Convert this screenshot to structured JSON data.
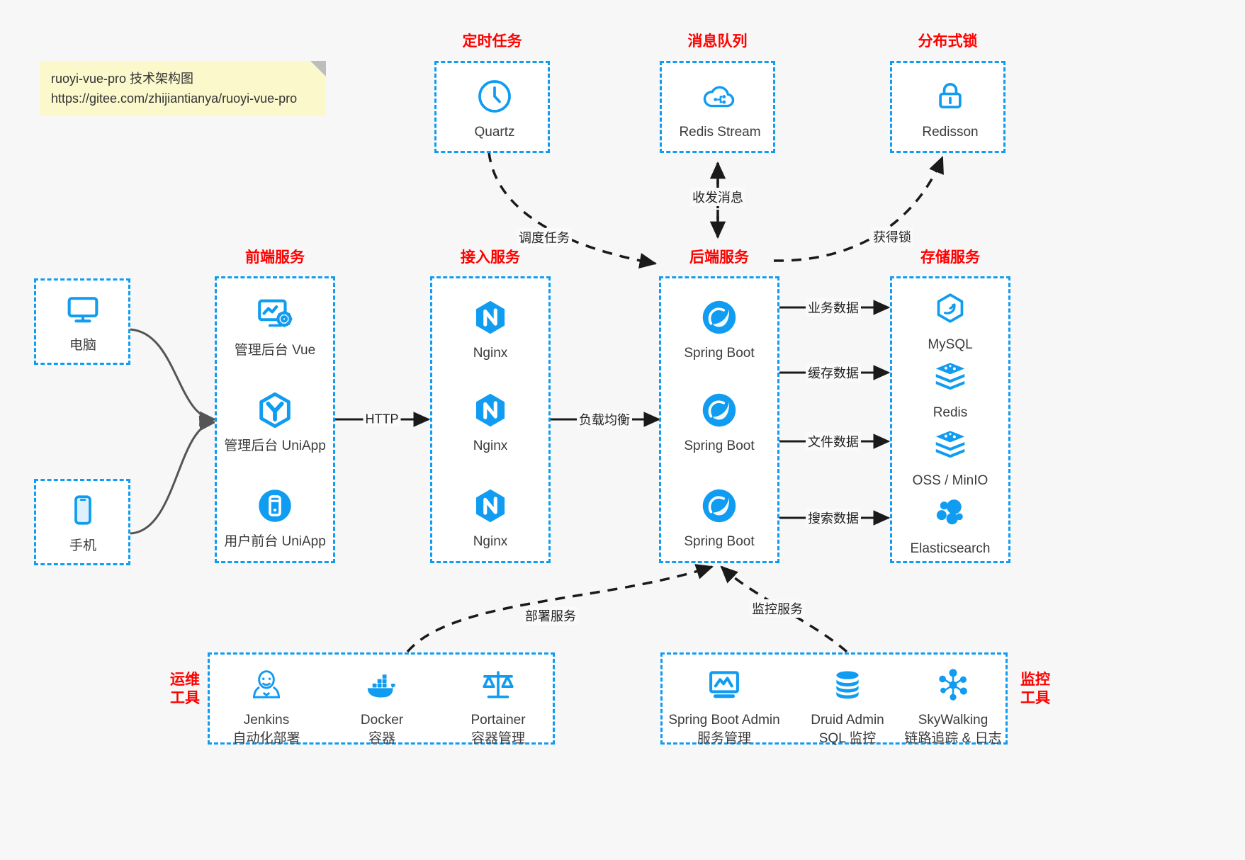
{
  "note": {
    "line1": "ruoyi-vue-pro 技术架构图",
    "line2": "https://gitee.com/zhijiantianya/ruoyi-vue-pro"
  },
  "colors": {
    "group_border": "#109cf1",
    "group_title": "#ff0000",
    "icon_blue": "#109cf1",
    "note_bg": "#fbf8cc",
    "canvas_bg": "#f7f7f7",
    "edge_solid": "#1a1a1a",
    "edge_curve": "#555555"
  },
  "groups": {
    "scheduler": {
      "title": "定时任务",
      "items": [
        {
          "label": "Quartz",
          "icon": "clock-icon"
        }
      ]
    },
    "mq": {
      "title": "消息队列",
      "items": [
        {
          "label": "Redis Stream",
          "icon": "cloud-stream-icon"
        }
      ]
    },
    "lock": {
      "title": "分布式锁",
      "items": [
        {
          "label": "Redisson",
          "icon": "lock-icon"
        }
      ]
    },
    "client_pc": {
      "title": "",
      "items": [
        {
          "label": "电脑",
          "icon": "desktop-icon"
        }
      ]
    },
    "client_mobile": {
      "title": "",
      "items": [
        {
          "label": "手机",
          "icon": "phone-icon"
        }
      ]
    },
    "frontend": {
      "title": "前端服务",
      "items": [
        {
          "label": "管理后台 Vue",
          "icon": "dashboard-icon"
        },
        {
          "label": "管理后台 UniApp",
          "icon": "cube-icon"
        },
        {
          "label": "用户前台 UniApp",
          "icon": "mobile-app-icon"
        }
      ]
    },
    "gateway": {
      "title": "接入服务",
      "items": [
        {
          "label": "Nginx",
          "icon": "nginx-icon"
        },
        {
          "label": "Nginx",
          "icon": "nginx-icon"
        },
        {
          "label": "Nginx",
          "icon": "nginx-icon"
        }
      ]
    },
    "backend": {
      "title": "后端服务",
      "items": [
        {
          "label": "Spring Boot",
          "icon": "spring-boot-icon"
        },
        {
          "label": "Spring Boot",
          "icon": "spring-boot-icon"
        },
        {
          "label": "Spring Boot",
          "icon": "spring-boot-icon"
        }
      ]
    },
    "storage": {
      "title": "存储服务",
      "items": [
        {
          "label": "MySQL",
          "icon": "mysql-icon"
        },
        {
          "label": "Redis",
          "icon": "redis-icon"
        },
        {
          "label": "OSS / MinIO",
          "icon": "oss-icon"
        },
        {
          "label": "Elasticsearch",
          "icon": "elasticsearch-icon"
        }
      ]
    },
    "devops": {
      "title": "运维\n工具",
      "items": [
        {
          "label": "Jenkins",
          "sublabel": "自动化部署",
          "icon": "jenkins-icon"
        },
        {
          "label": "Docker",
          "sublabel": "容器",
          "icon": "docker-icon"
        },
        {
          "label": "Portainer",
          "sublabel": "容器管理",
          "icon": "scales-icon"
        }
      ]
    },
    "monitor": {
      "title": "监控\n工具",
      "items": [
        {
          "label": "Spring Boot Admin",
          "sublabel": "服务管理",
          "icon": "monitor-chart-icon"
        },
        {
          "label": "Druid Admin",
          "sublabel": "SQL 监控",
          "icon": "database-icon"
        },
        {
          "label": "SkyWalking",
          "sublabel": "链路追踪 & 日志",
          "icon": "skywalking-icon"
        }
      ]
    }
  },
  "edges": [
    {
      "id": "http",
      "label": "HTTP",
      "from": "frontend",
      "to": "gateway"
    },
    {
      "id": "lb",
      "label": "负载均衡",
      "from": "gateway",
      "to": "backend"
    },
    {
      "id": "biz-data",
      "label": "业务数据",
      "from": "backend",
      "to": "storage"
    },
    {
      "id": "cache-data",
      "label": "缓存数据",
      "from": "backend",
      "to": "storage"
    },
    {
      "id": "file-data",
      "label": "文件数据",
      "from": "backend",
      "to": "storage"
    },
    {
      "id": "search-data",
      "label": "搜索数据",
      "from": "backend",
      "to": "storage"
    },
    {
      "id": "schedule",
      "label": "调度任务",
      "from": "scheduler",
      "to": "backend"
    },
    {
      "id": "mq-msg",
      "label": "收发消息",
      "from": "mq",
      "to": "backend"
    },
    {
      "id": "get-lock",
      "label": "获得锁",
      "from": "backend",
      "to": "lock"
    },
    {
      "id": "deploy",
      "label": "部署服务",
      "from": "devops",
      "to": "backend"
    },
    {
      "id": "monitoring",
      "label": "监控服务",
      "from": "monitor",
      "to": "backend"
    }
  ]
}
